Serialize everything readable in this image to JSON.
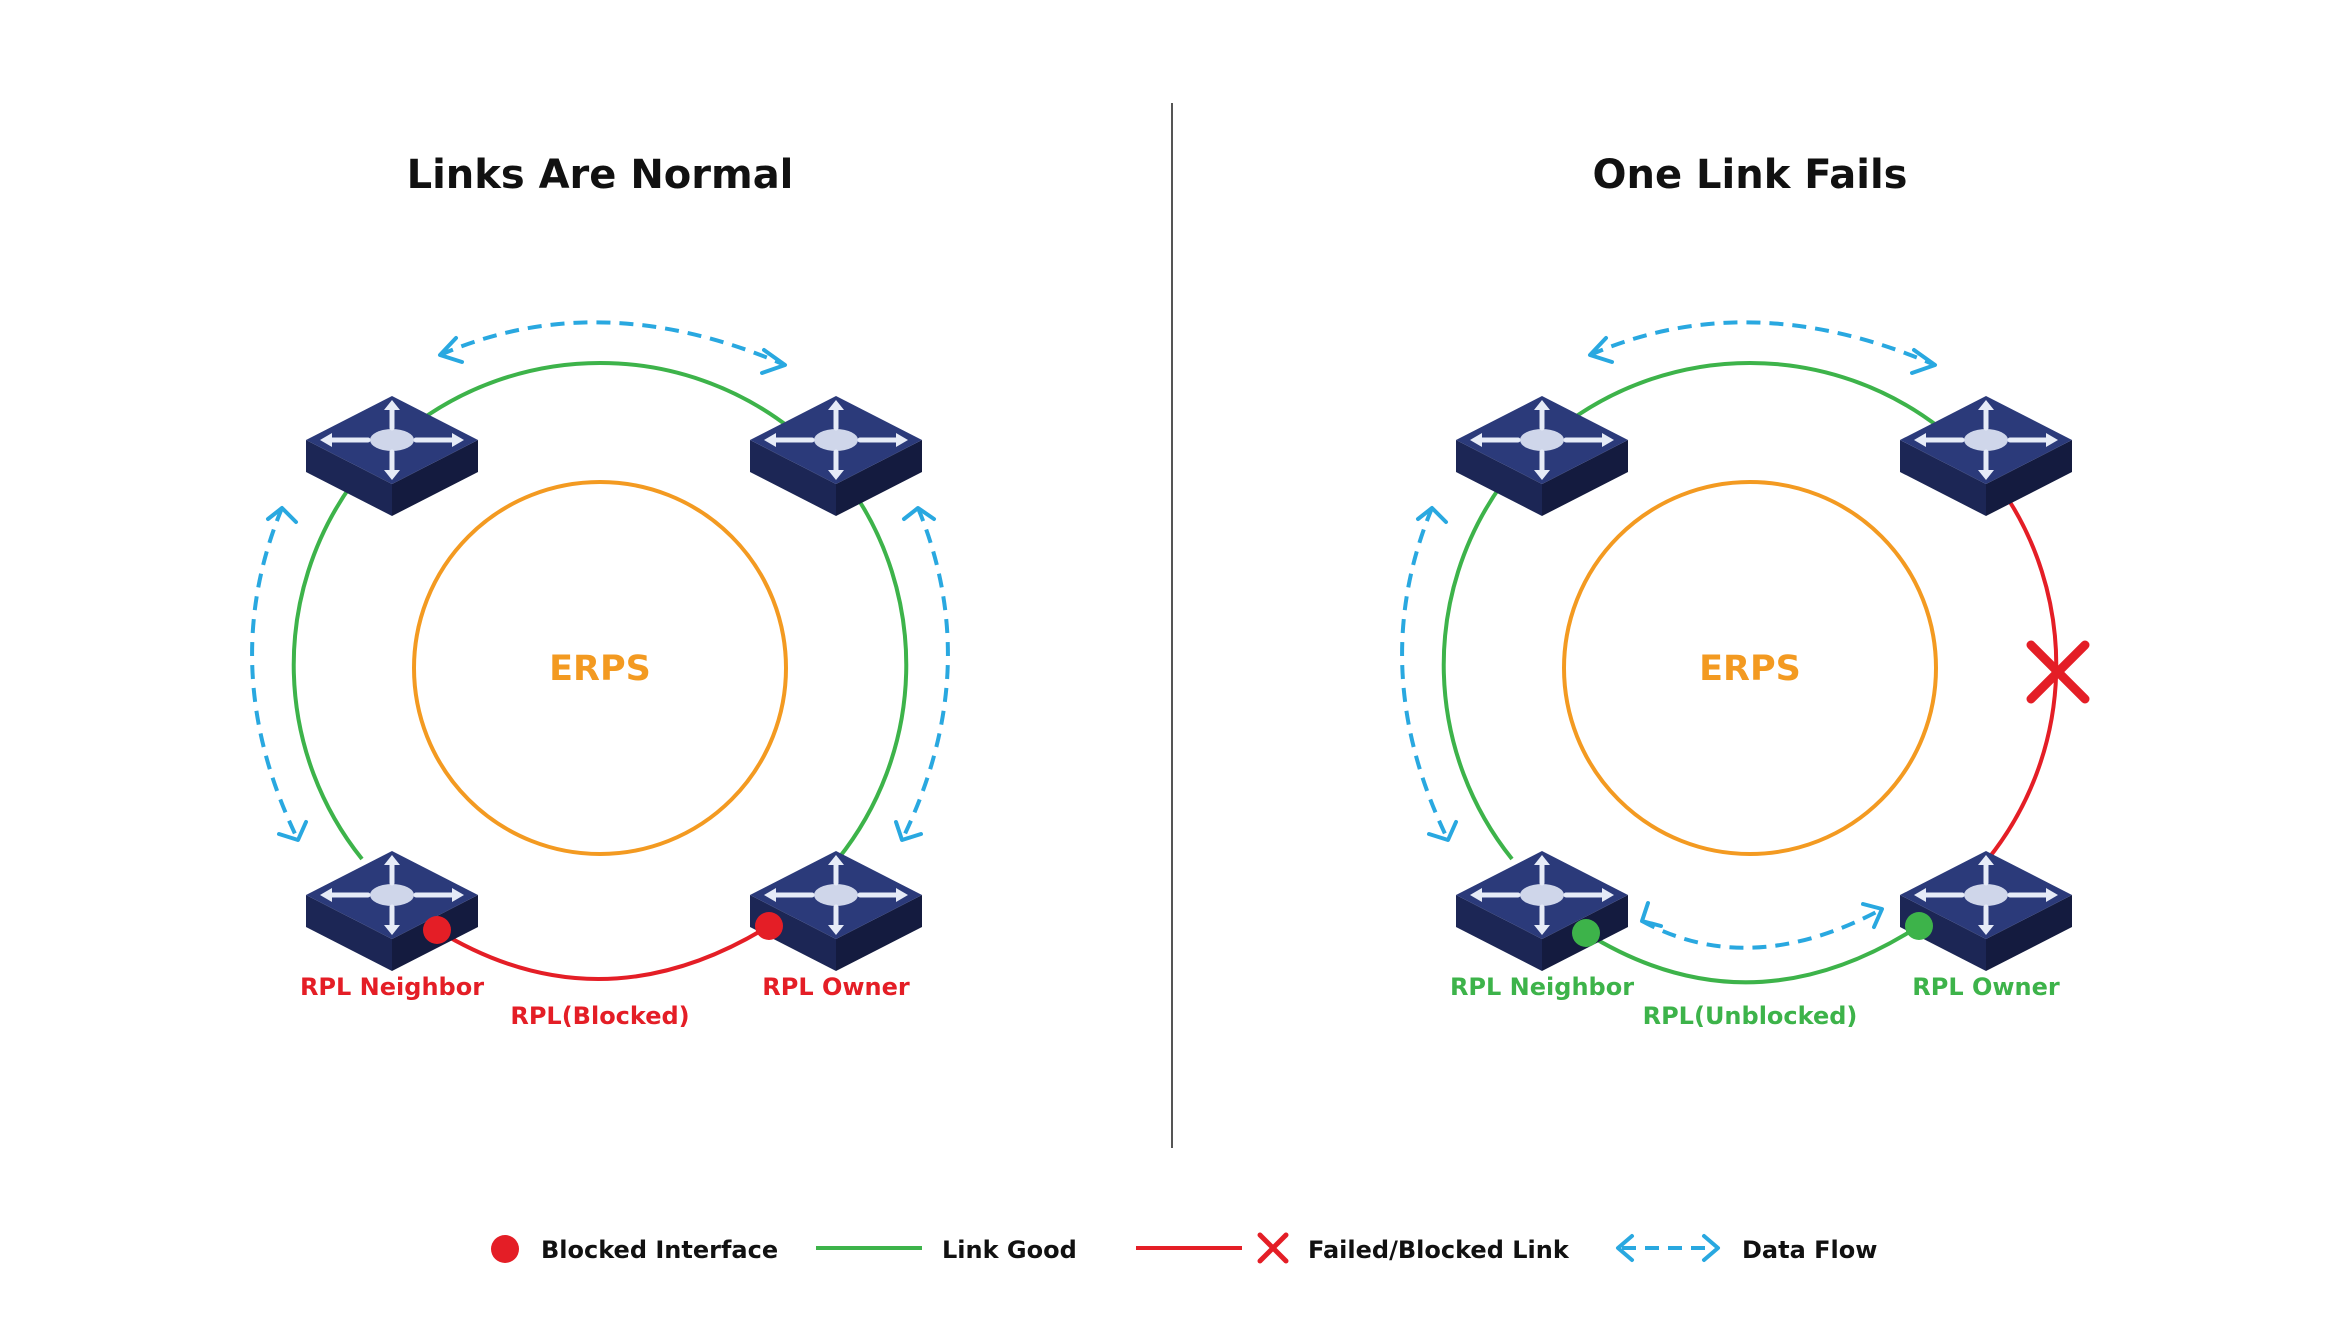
{
  "colors": {
    "green": "#3db34a",
    "red": "#e41e26",
    "orange": "#f39a21",
    "blue": "#29a8e0",
    "switch_top": "#2b3a7a",
    "switch_side": "#1c2655",
    "switch_front": "#141b3f",
    "text": "#111111",
    "divider": "#555555"
  },
  "icons": {
    "switch": "network-switch-icon",
    "blocked": "blocked-interface-dot-icon",
    "failed": "failed-link-x-icon",
    "flow": "data-flow-arrow-icon"
  },
  "panels": [
    {
      "title": "Links Are Normal",
      "center_label": "ERPS",
      "rpl_neighbor": "RPL Neighbor",
      "rpl_owner": "RPL Owner",
      "rpl_link": "RPL(Blocked)"
    },
    {
      "title": "One Link Fails",
      "center_label": "ERPS",
      "rpl_neighbor": "RPL Neighbor",
      "rpl_owner": "RPL Owner",
      "rpl_link": "RPL(Unblocked)"
    }
  ],
  "legend": {
    "blocked_interface": "Blocked Interface",
    "link_good": "Link Good",
    "failed_link": "Failed/Blocked Link",
    "data_flow": "Data Flow"
  }
}
